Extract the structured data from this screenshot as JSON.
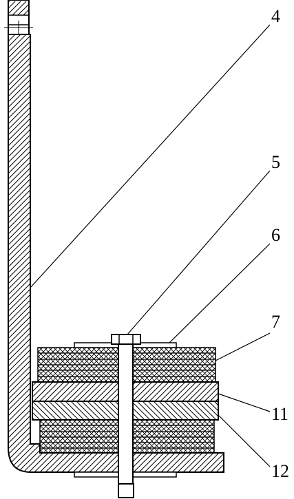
{
  "labels": {
    "l4": "4",
    "l5": "5",
    "l6": "6",
    "l7": "7",
    "l11": "11",
    "l12": "12"
  }
}
